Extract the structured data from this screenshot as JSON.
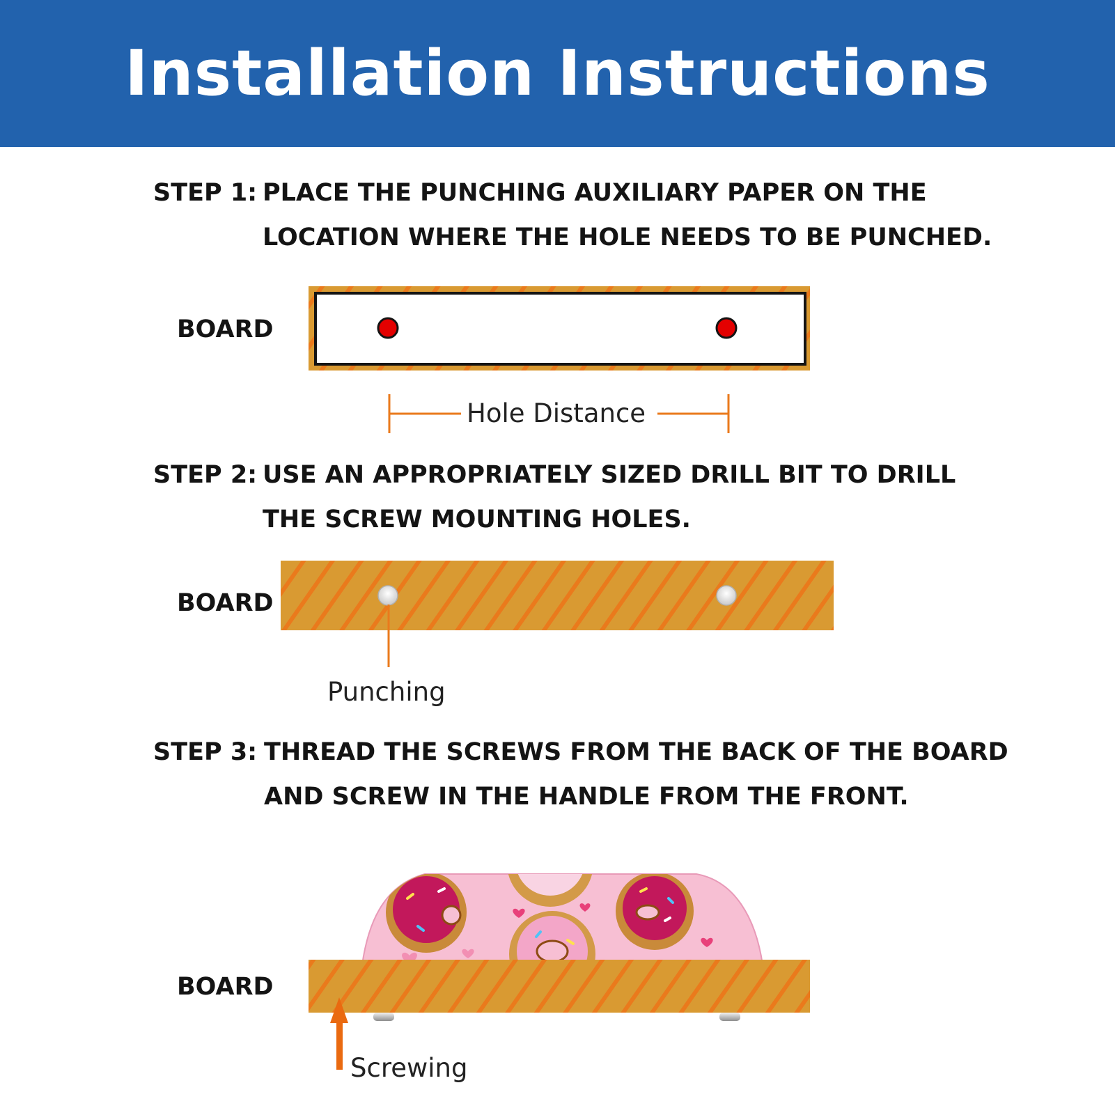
{
  "title": "Installation Instructions",
  "steps": [
    {
      "number": "STEP 1:",
      "line1": "PLACE THE PUNCHING AUXILIARY PAPER ON THE",
      "line2": "LOCATION WHERE THE HOLE NEEDS TO BE PUNCHED."
    },
    {
      "number": "STEP 2:",
      "line1": "USE AN APPROPRIATELY SIZED DRILL BIT TO DRILL",
      "line2": "THE SCREW MOUNTING HOLES."
    },
    {
      "number": "STEP 3:",
      "line1": "THREAD THE SCREWS FROM THE BACK OF THE BOARD",
      "line2": "AND SCREW IN THE HANDLE FROM THE FRONT."
    }
  ],
  "board_label": "BOARD",
  "labels": {
    "hole_distance": "Hole Distance",
    "punching": "Punching",
    "screwing": "Screwing"
  },
  "colors": {
    "banner": "#2262ad",
    "wood": "#d99a32",
    "wood_stripe": "#ea7a1c",
    "marker": "#e40000",
    "dimension": "#ea7a1c",
    "handle_pink": "#f7bfd3"
  }
}
